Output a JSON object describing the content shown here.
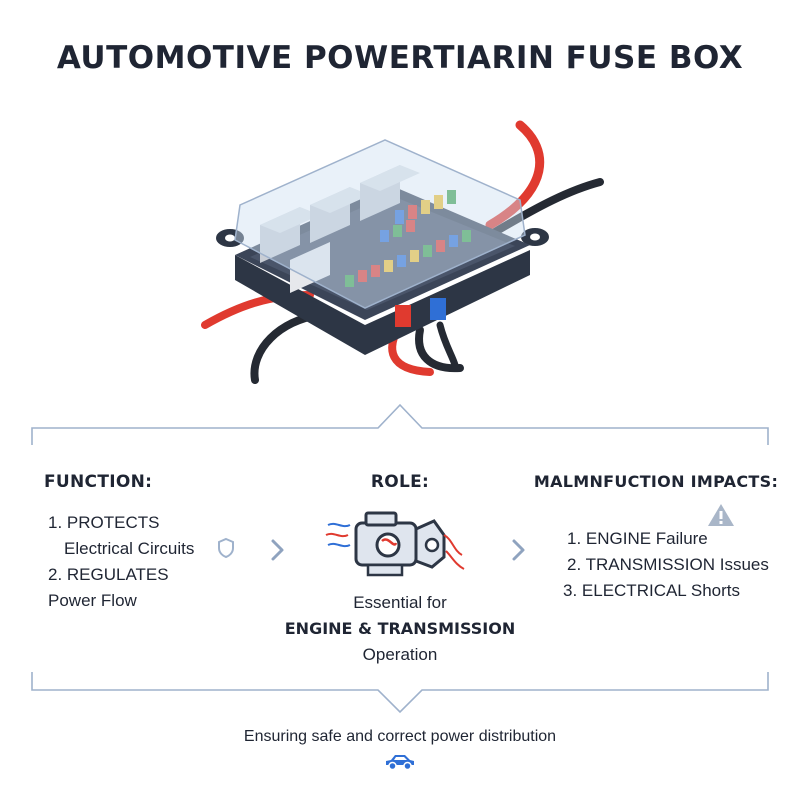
{
  "title": "AUTOMOTIVE POWERTIARIN FUSE BOX",
  "function": {
    "heading": "FUNCTION:",
    "items": [
      {
        "label": "1. PROTECTS",
        "detail": "Electrical Circuits"
      },
      {
        "label": "2. REGULATES",
        "detail": "Power Flow"
      }
    ]
  },
  "role": {
    "heading": "ROLE:",
    "line1": "Essential for",
    "line2": "ENGINE & TRANSMISSION",
    "line3": "Operation"
  },
  "impacts": {
    "heading": "MALMNFUCTION IMPACTS:",
    "items": [
      "1. ENGINE Failure",
      "2. TRANSMISSION Issues",
      "3. ELECTRICAL Shorts"
    ]
  },
  "footer": "Ensuring safe and correct power distribution",
  "icons": {
    "function": "shield-icon",
    "role": "engine-icon",
    "impacts": "warning-icon",
    "footer": "car-icon",
    "arrows": "chevron-right-icon"
  },
  "colors": {
    "text": "#1f2533",
    "frame": "#9fb2cc",
    "accent_blue": "#2f6fd6",
    "wire_red": "#e03a2f",
    "housing": "#2d3645"
  }
}
